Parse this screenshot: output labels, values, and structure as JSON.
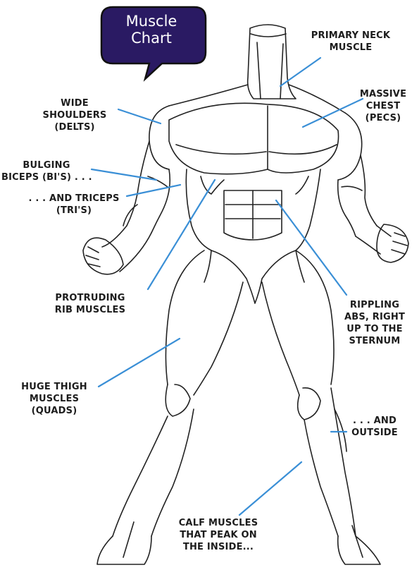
{
  "title_bubble": {
    "lines": [
      "Muscle",
      "Chart"
    ],
    "fill": "#2a1a63"
  },
  "line_color": "#3a8fd6",
  "ink_color": "#222222",
  "labels": {
    "neck": {
      "lines": [
        "PRIMARY NECK",
        "MUSCLE"
      ]
    },
    "chest": {
      "lines": [
        "MASSIVE",
        "CHEST",
        "(PECS)"
      ]
    },
    "shoulders": {
      "lines": [
        "WIDE",
        "SHOULDERS",
        "(DELTS)"
      ]
    },
    "biceps": {
      "lines": [
        "BULGING",
        "BICEPS (BI'S) . . ."
      ]
    },
    "triceps": {
      "lines": [
        ". . . AND TRICEPS",
        "(TRI'S)"
      ]
    },
    "ribs": {
      "lines": [
        "PROTRUDING",
        "RIB MUSCLES"
      ]
    },
    "abs": {
      "lines": [
        "RIPPLING",
        "ABS, RIGHT",
        "UP TO THE",
        "STERNUM"
      ]
    },
    "thigh": {
      "lines": [
        "HUGE THIGH",
        "MUSCLES",
        "(QUADS)"
      ]
    },
    "outside": {
      "lines": [
        ". . . AND",
        "OUTSIDE"
      ]
    },
    "calf": {
      "lines": [
        "CALF MUSCLES",
        "THAT PEAK ON",
        "THE INSIDE..."
      ]
    }
  }
}
